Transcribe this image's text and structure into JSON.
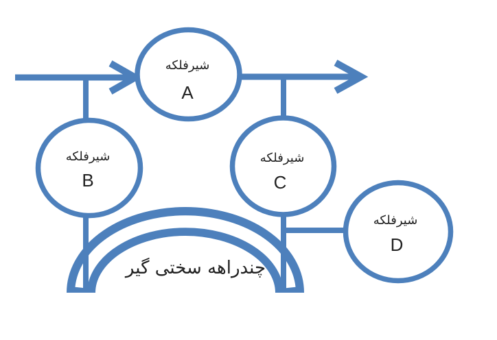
{
  "diagram": {
    "valves": [
      {
        "label": "شیرفلکه",
        "letter": "A"
      },
      {
        "label": "شیرفلکه",
        "letter": "B"
      },
      {
        "label": "شیرفلکه",
        "letter": "C"
      },
      {
        "label": "شیرفلکه",
        "letter": "D"
      }
    ],
    "manifold_label": "چندراهه سختی گیر",
    "colors": {
      "diagram_blue": "#4d80bc",
      "text": "#212121",
      "background": "#ffffff"
    }
  }
}
